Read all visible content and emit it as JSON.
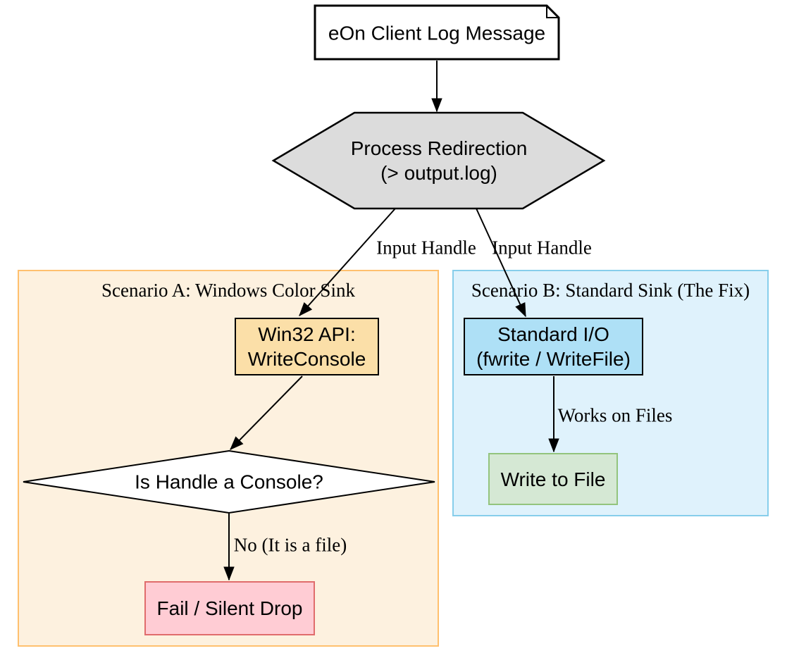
{
  "diagram": {
    "nodes": {
      "log_message": {
        "label": "eOn Client Log Message",
        "shape": "note"
      },
      "redirection": {
        "line1": "Process Redirection",
        "line2": "(> output.log)",
        "shape": "hexagon"
      },
      "win32": {
        "line1": "Win32 API:",
        "line2": "WriteConsole",
        "shape": "box"
      },
      "console_check": {
        "label": "Is Handle a Console?",
        "shape": "diamond"
      },
      "fail": {
        "label": "Fail / Silent Drop",
        "shape": "box"
      },
      "stdio": {
        "line1": "Standard I/O",
        "line2": "(fwrite / WriteFile)",
        "shape": "box"
      },
      "write_file": {
        "label": "Write to File",
        "shape": "box"
      }
    },
    "clusters": {
      "scenario_a": {
        "label": "Scenario A: Windows Color Sink"
      },
      "scenario_b": {
        "label": "Scenario B: Standard Sink (The Fix)"
      }
    },
    "edge_labels": {
      "input_handle_left": "Input Handle",
      "input_handle_right": "Input Handle",
      "no_file": "No (It is a file)",
      "works_on_files": "Works on Files"
    },
    "edges": [
      {
        "from": "eOn Client Log Message",
        "to": "Process Redirection (> output.log)",
        "label": ""
      },
      {
        "from": "Process Redirection (> output.log)",
        "to": "Win32 API: WriteConsole",
        "label": "Input Handle"
      },
      {
        "from": "Process Redirection (> output.log)",
        "to": "Standard I/O (fwrite / WriteFile)",
        "label": "Input Handle"
      },
      {
        "from": "Win32 API: WriteConsole",
        "to": "Is Handle a Console?",
        "label": ""
      },
      {
        "from": "Is Handle a Console?",
        "to": "Fail / Silent Drop",
        "label": "No (It is a file)"
      },
      {
        "from": "Standard I/O (fwrite / WriteFile)",
        "to": "Write to File",
        "label": "Works on Files"
      }
    ],
    "colors": {
      "cluster_a_fill": "#FDF1DF",
      "cluster_a_border": "#FFC06E",
      "cluster_b_fill": "#DFF2FC",
      "cluster_b_border": "#87CEEB",
      "hexagon_fill": "#DCDCDC",
      "note_fill": "#FFFFFF",
      "diamond_fill": "#FFFFFF",
      "win32_fill": "#FBDFA8",
      "stdio_fill": "#AEE0F6",
      "fail_fill": "#FFCCD4",
      "fail_border": "#E06C6C",
      "write_file_fill": "#D5E8D4",
      "write_file_border": "#93C47D",
      "edge_color": "#000000"
    }
  }
}
